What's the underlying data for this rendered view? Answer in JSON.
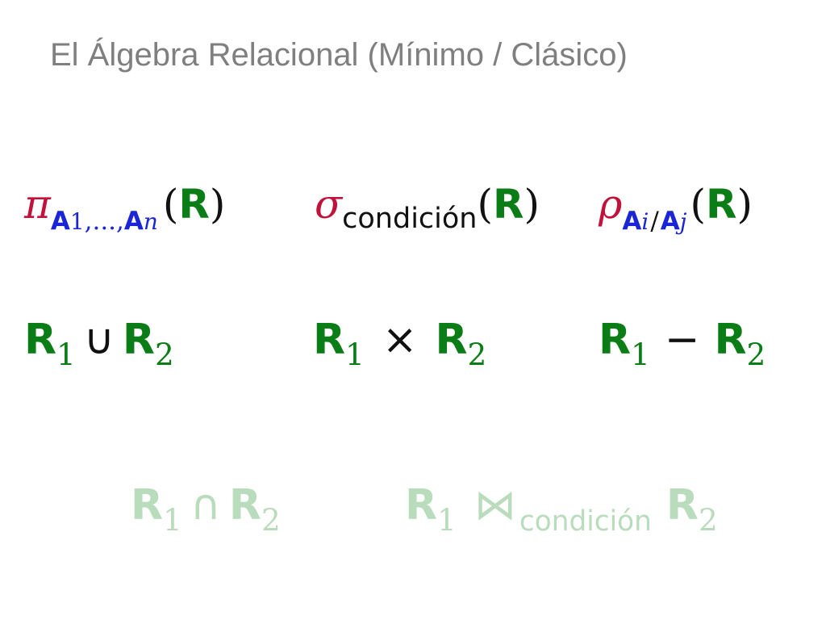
{
  "slide": {
    "title": "El Álgebra Relacional (Mínimo / Clásico)"
  },
  "colors": {
    "title": "#7f7f7f",
    "relation": "#0b7d16",
    "attribute": "#1a25d6",
    "operator": "#c0123a",
    "black": "#111111",
    "faded": "#b9dcbc"
  },
  "projection": {
    "symbol": "π",
    "attr_first": "A",
    "attr_first_index": "1",
    "ellipsis": ",...,",
    "attr_last": "A",
    "attr_last_index": "n",
    "open_paren": "(",
    "relation": "R",
    "close_paren": ")"
  },
  "selection": {
    "symbol": "σ",
    "condition": "condición",
    "open_paren": "(",
    "relation": "R",
    "close_paren": ")"
  },
  "rename": {
    "symbol": "ρ",
    "attr_old": "A",
    "attr_old_index": "i",
    "slash": "/",
    "attr_new": "A",
    "attr_new_index": "j",
    "open_paren": "(",
    "relation": "R",
    "close_paren": ")"
  },
  "union": {
    "left": "R",
    "left_index": "1",
    "operator": "∪",
    "right": "R",
    "right_index": "2"
  },
  "product": {
    "left": "R",
    "left_index": "1",
    "operator": "×",
    "right": "R",
    "right_index": "2"
  },
  "difference": {
    "left": "R",
    "left_index": "1",
    "operator": "−",
    "right": "R",
    "right_index": "2"
  },
  "intersection": {
    "left": "R",
    "left_index": "1",
    "operator": "∩",
    "right": "R",
    "right_index": "2"
  },
  "join": {
    "left": "R",
    "left_index": "1",
    "operator": "⋈",
    "condition": "condición",
    "right": "R",
    "right_index": "2"
  }
}
